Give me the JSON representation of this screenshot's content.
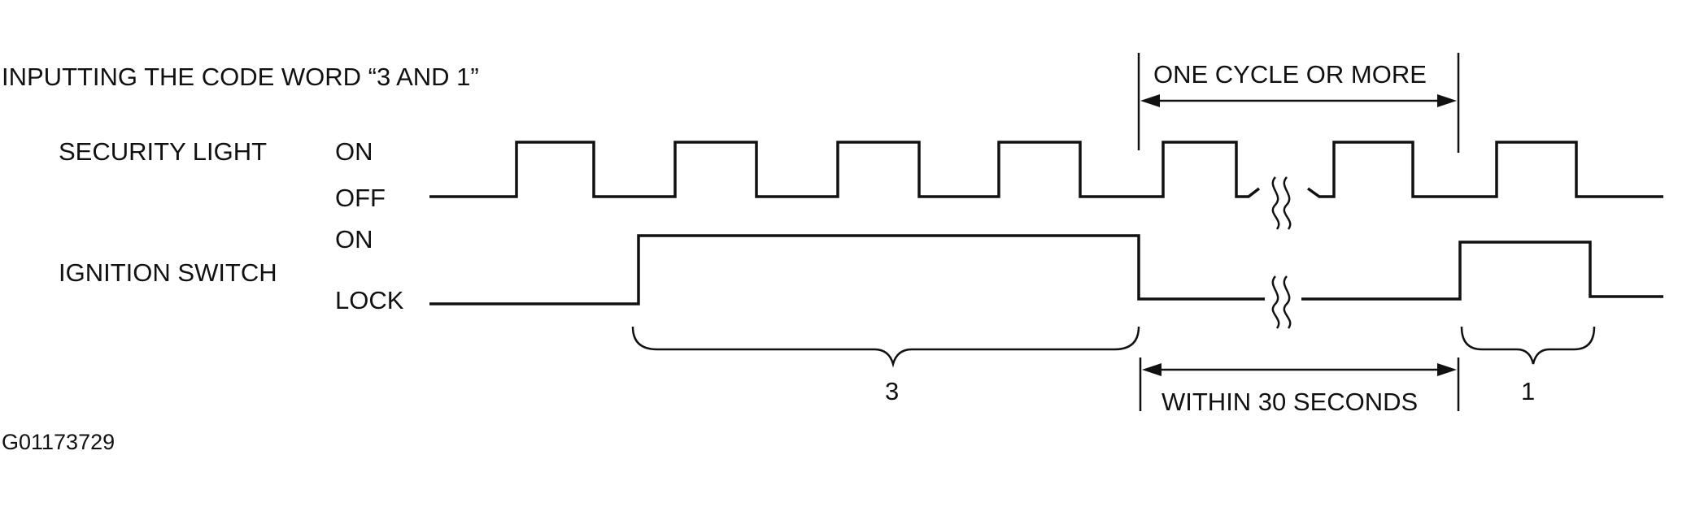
{
  "title": "INPUTTING THE CODE WORD “3 AND 1”",
  "figure_id": "G01173729",
  "signals": {
    "security_light": {
      "name": "SECURITY LIGHT",
      "high": "ON",
      "low": "OFF"
    },
    "ignition_switch": {
      "name": "IGNITION SWITCH",
      "high": "ON",
      "low": "LOCK"
    }
  },
  "annotations": {
    "one_cycle": "ONE CYCLE OR MORE",
    "within": "WITHIN 30 SECONDS",
    "count_3": "3",
    "count_1": "1"
  },
  "colors": {
    "ink": "#111111",
    "background": "#ffffff"
  }
}
